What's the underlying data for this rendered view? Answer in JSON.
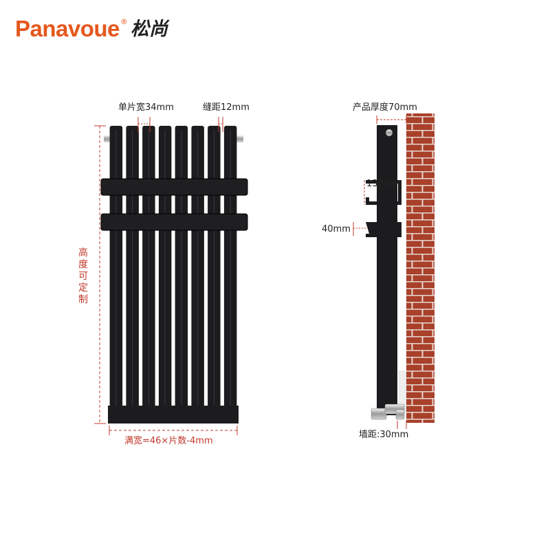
{
  "brand": {
    "name_en": "Panavoue",
    "registered": "®",
    "name_cn": "松尚"
  },
  "labels": {
    "section_width": "单片宽34mm",
    "gap": "缝距12mm",
    "height": "高度可定制",
    "full_width": "满宽=46×片数-4mm",
    "thickness": "产品厚度70mm",
    "bracket_height": "130mm",
    "bracket_depth": "40mm",
    "wall_distance": "墙距:30mm"
  },
  "colors": {
    "brand_orange": "#e5571c",
    "radiator_black": "#1c1c1e",
    "dimension_red": "#c0392b",
    "brick": "#a8402a",
    "mortar": "#e9d9d2"
  },
  "radiator": {
    "section_count": 8
  }
}
